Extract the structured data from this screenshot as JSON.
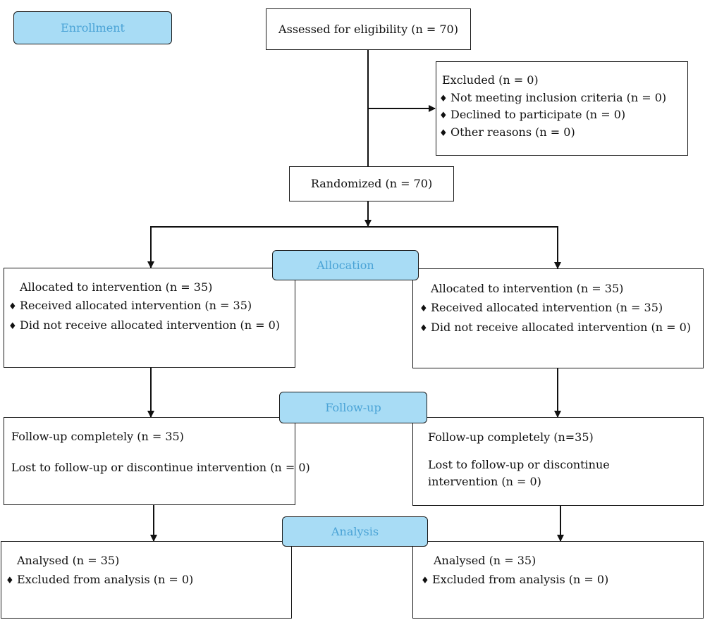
{
  "stage_color": "#a8dcf5",
  "stage_text_color": "#4aa3d6",
  "line_color": "#111111",
  "stages": {
    "enrollment": "Enrollment",
    "allocation": "Allocation",
    "followup": "Follow-up",
    "analysis": "Analysis"
  },
  "assessed": "Assessed for eligibility (n = 70)",
  "excluded": {
    "title": "Excluded (n = 0)",
    "bullet": "♦",
    "items": [
      "Not meeting inclusion criteria (n = 0)",
      "Declined to participate (n = 0)",
      "Other reasons (n = 0)"
    ]
  },
  "randomized": "Randomized (n = 70)",
  "allocation": {
    "left": {
      "title": "Allocated to intervention (n = 35)",
      "items": [
        "Received allocated intervention (n = 35)",
        "Did not receive allocated intervention (n = 0)"
      ]
    },
    "right": {
      "title": "Allocated to intervention (n = 35)",
      "items": [
        "Received allocated intervention (n = 35)",
        "Did not receive allocated intervention (n = 0)"
      ]
    }
  },
  "followup": {
    "left": {
      "completed": "Follow-up completely (n = 35)",
      "lost": "Lost to follow-up or discontinue intervention (n = 0)"
    },
    "right": {
      "completed": "Follow-up completely (n=35)",
      "lost": "Lost to follow-up or discontinue intervention (n = 0)"
    }
  },
  "analysis": {
    "left": {
      "title": "Analysed (n = 35)",
      "items": [
        "Excluded from analysis (n = 0)"
      ]
    },
    "right": {
      "title": "Analysed (n = 35)",
      "items": [
        "Excluded from analysis (n = 0)"
      ]
    }
  }
}
